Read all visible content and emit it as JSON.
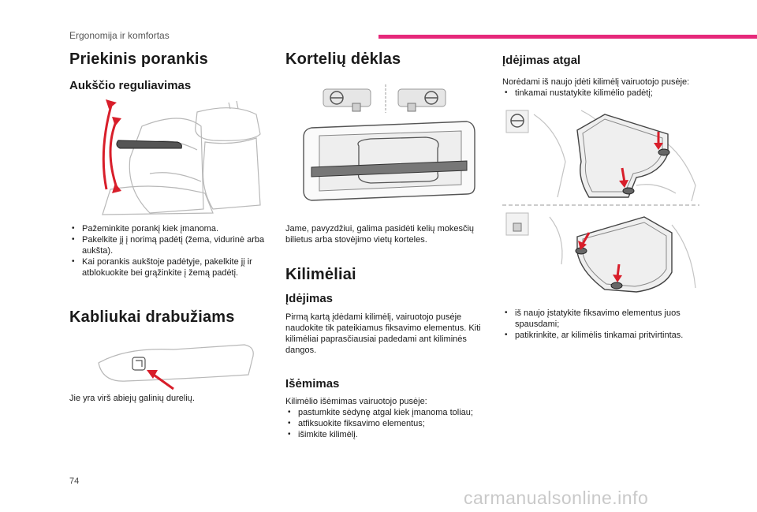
{
  "header": {
    "chapter": "Ergonomija ir komfortas",
    "accent_color": "#e6287a"
  },
  "col1": {
    "title1": "Priekinis porankis",
    "sub1": "Aukščio reguliavimas",
    "bullets": [
      "Pažeminkite porankį kiek įmanoma.",
      "Pakelkite jį į norimą padėtį (žema, vidurinė arba aukšta).",
      "Kai porankis aukštoje padėtyje, pakelkite jį ir atblokuokite bei grąžinkite į žemą padėtį."
    ],
    "title2": "Kabliukai drabužiams",
    "hook_text": "Jie yra virš abiejų galinių durelių."
  },
  "col2": {
    "title1": "Kortelių dėklas",
    "card_text": "Jame, pavyzdžiui, galima pasidėti kelių mokesčių bilietus arba stovėjimo vietų korteles.",
    "title2": "Kilimėliai",
    "sub_install": "Įdėjimas",
    "install_text": "Pirmą kartą įdėdami kilimėlį, vairuotojo pusėje naudokite tik pateikiamus fiksavimo elementus. Kiti kilimėliai paprasčiausiai padedami ant kiliminės dangos.",
    "sub_remove": "Išėmimas",
    "remove_intro": "Kilimėlio išėmimas vairuotojo pusėje:",
    "remove_bullets": [
      "pastumkite sėdynę atgal kiek įmanoma toliau;",
      "atfiksuokite fiksavimo elementus;",
      "išimkite kilimėlį."
    ]
  },
  "col3": {
    "sub_back": "Įdėjimas atgal",
    "back_intro": "Norėdami iš naujo įdėti kilimėlį vairuotojo pusėje:",
    "back_bullets": [
      "tinkamai nustatykite kilimėlio padėtį;"
    ],
    "end_bullets": [
      "iš naujo įstatykite fiksavimo elementus juos spausdami;",
      "patikrinkite, ar kilimėlis tinkamai pritvirtintas."
    ]
  },
  "footer": {
    "page_number": "74",
    "watermark": "carmanualsonline.info"
  }
}
